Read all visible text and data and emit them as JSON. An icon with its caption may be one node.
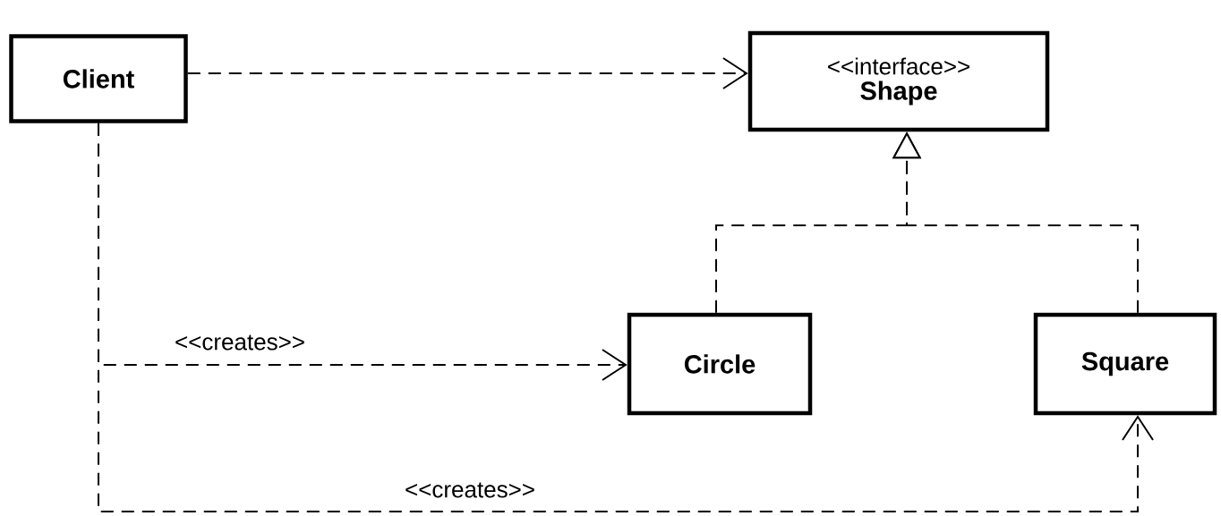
{
  "diagram": {
    "nodes": [
      {
        "text": [
          "Client"
        ]
      },
      {
        "text": [
          "<<interface>>",
          "Shape"
        ]
      },
      {
        "text": [
          "Circle"
        ]
      },
      {
        "text": [
          "Square"
        ]
      }
    ],
    "edges": [
      {
        "from": 0,
        "to": 1,
        "arrow": "to",
        "style": "dashed"
      },
      {
        "from": 2,
        "to": 1,
        "arrow": "to",
        "style": "dashed"
      },
      {
        "from": 3,
        "to": 1,
        "arrow": "to",
        "style": "dashed"
      },
      {
        "from": 0,
        "to": 2,
        "arrow": "to",
        "style": "dashed",
        "label": "<<creates>>"
      },
      {
        "from": 0,
        "to": 3,
        "arrow": "to",
        "style": "dashed",
        "label": "<<creates>>"
      }
    ]
  }
}
